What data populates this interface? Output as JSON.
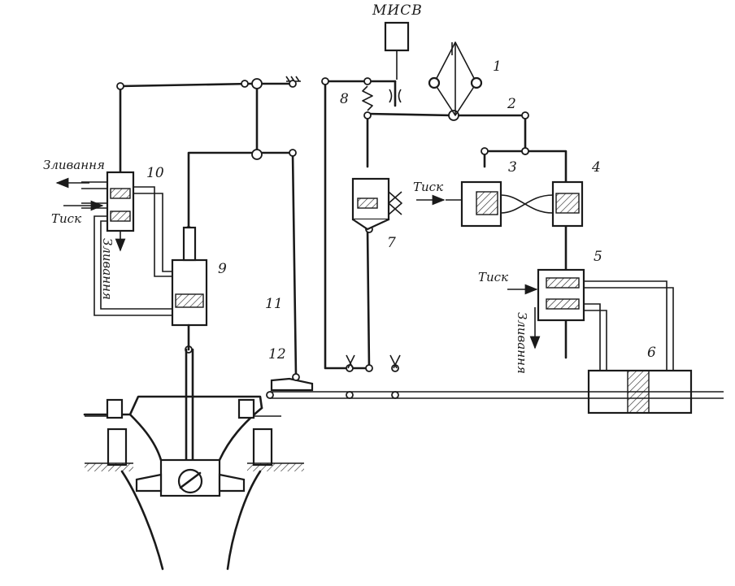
{
  "labels": {
    "mysv": "МИСВ",
    "n1": "1",
    "n2": "2",
    "n3": "3",
    "n4": "4",
    "n5": "5",
    "n6": "6",
    "n7": "7",
    "n8": "8",
    "n9": "9",
    "n10": "10",
    "n11": "11",
    "n12": "12"
  },
  "flows": {
    "drain_top_left": "Зливання",
    "pressure_left": "Тиск",
    "drain_left_vertical": "Зливання",
    "pressure_middle": "Тиск",
    "pressure_right": "Тиск",
    "drain_right_vertical": "Зливання"
  }
}
